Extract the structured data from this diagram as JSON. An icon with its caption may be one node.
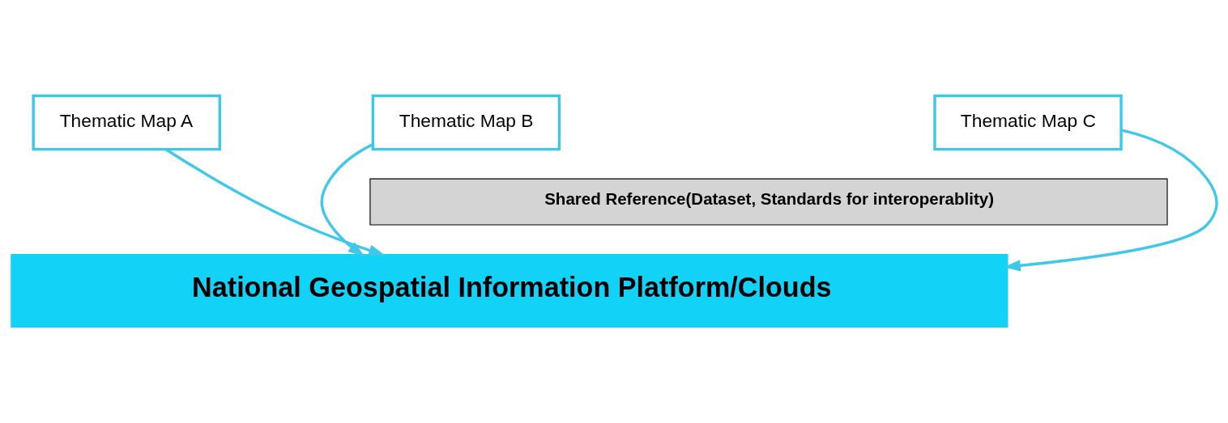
{
  "diagram": {
    "nodes": [
      {
        "text": [
          "Thematic Map A"
        ]
      },
      {
        "text": [
          "Thematic Map B"
        ]
      },
      {
        "text": [
          "Thematic Map C"
        ]
      },
      {
        "text": [
          "Shared Reference(Dataset, Standards for interoperablity)"
        ]
      },
      {
        "text": [
          "National Geospatial Information Platform/Clouds"
        ]
      }
    ],
    "edges": [
      {
        "from": 0,
        "to": 4,
        "arrow": "to"
      },
      {
        "from": 1,
        "to": 4,
        "arrow": "to"
      },
      {
        "from": 2,
        "to": 4,
        "arrow": "to"
      }
    ]
  }
}
